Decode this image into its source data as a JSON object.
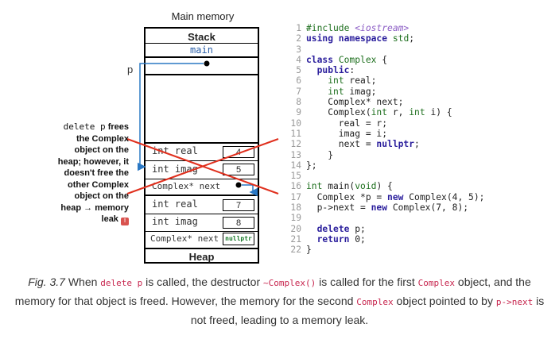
{
  "memory": {
    "title": "Main memory",
    "stack_label": "Stack",
    "frame_label": "main",
    "pointer_label": "p",
    "heap_label": "Heap",
    "objects": [
      {
        "real_label": "int real",
        "real_value": "4",
        "imag_label": "int imag",
        "imag_value": "5",
        "next_label": "Complex* next",
        "deleted": true
      },
      {
        "real_label": "int real",
        "real_value": "7",
        "imag_label": "int imag",
        "imag_value": "8",
        "next_label": "Complex* next",
        "next_value": "nullptr",
        "deleted": false
      }
    ]
  },
  "side_note": {
    "code": "delete p",
    "text": " frees the Complex object on the heap; however, it doesn't free the other Complex object on the heap → memory leak"
  },
  "code_lines": [
    {
      "n": "1",
      "html": "<span class='pp'>#include </span><span class='inc'>&lt;iostream&gt;</span>"
    },
    {
      "n": "2",
      "html": "<span class='kw'>using namespace</span> <span class='ty'>std</span>;"
    },
    {
      "n": "3",
      "html": ""
    },
    {
      "n": "4",
      "html": "<span class='kw'>class</span> <span class='ty'>Complex</span> {"
    },
    {
      "n": "5",
      "html": "  <span class='kw'>public</span>:"
    },
    {
      "n": "6",
      "html": "    <span class='ty'>int</span> real;"
    },
    {
      "n": "7",
      "html": "    <span class='ty'>int</span> imag;"
    },
    {
      "n": "8",
      "html": "    Complex* next;"
    },
    {
      "n": "9",
      "html": "    Complex(<span class='ty'>int</span> r, <span class='ty'>int</span> i) {"
    },
    {
      "n": "10",
      "html": "      real = r;"
    },
    {
      "n": "11",
      "html": "      imag = i;"
    },
    {
      "n": "12",
      "html": "      next = <span class='kw'>nullptr</span>;"
    },
    {
      "n": "13",
      "html": "    }"
    },
    {
      "n": "14",
      "html": "};"
    },
    {
      "n": "15",
      "html": ""
    },
    {
      "n": "16",
      "html": "<span class='ty'>int</span> main(<span class='ty'>void</span>) {"
    },
    {
      "n": "17",
      "html": "  Complex *p = <span class='kw'>new</span> Complex(4, 5);"
    },
    {
      "n": "18",
      "html": "  p-&gt;next = <span class='kw'>new</span> Complex(7, 8);"
    },
    {
      "n": "19",
      "html": ""
    },
    {
      "n": "20",
      "html": "  <span class='kw'>delete</span> p;",
      "highlight": true
    },
    {
      "n": "21",
      "html": "  <span class='kw'>return</span> 0;"
    },
    {
      "n": "22",
      "html": "}"
    }
  ],
  "caption": {
    "fig": "Fig. 3.7",
    "t1": " When ",
    "c1": "delete p",
    "t2": " is called, the destructor ",
    "c2": "~Complex()",
    "t3": " is called for the first ",
    "c3": "Complex",
    "t4": " object, and the memory for that object is freed. However, the memory for the second ",
    "c4": "Complex",
    "t5": " object pointed to by ",
    "c5": "p->next",
    "t6": " is not freed, leading to a memory leak."
  },
  "colors": {
    "pointer_arrow": "#2a78c4",
    "cross": "#e0301e",
    "highlight": "#f9c7c7"
  }
}
